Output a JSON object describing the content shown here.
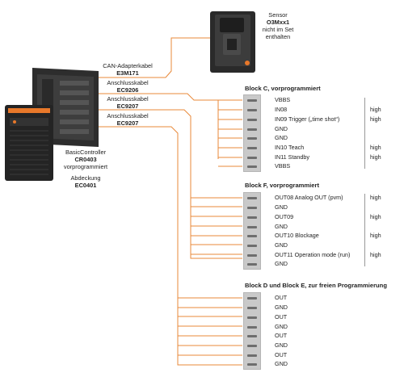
{
  "colors": {
    "wire": "#e8893a",
    "device_dark": "#2a2a2a",
    "accent_orange": "#e8782a"
  },
  "sensor": {
    "label": "Sensor",
    "code": "O3Mxx1",
    "note_line1": "nicht im Set",
    "note_line2": "enthalten"
  },
  "cables": [
    {
      "label": "CAN-Adapterkabel",
      "code": "E3M171"
    },
    {
      "label": "Anschlusskabel",
      "code": "EC9206"
    },
    {
      "label": "Anschlusskabel",
      "code": "EC9207"
    },
    {
      "label": "Anschlusskabel",
      "code": "EC9207"
    }
  ],
  "controller": {
    "label": "BasicController",
    "code": "CR0403",
    "note": "vorprogrammiert"
  },
  "cover": {
    "label": "Abdeckung",
    "code": "EC0401"
  },
  "blocks": [
    {
      "title": "Block C, vorprogrammiert",
      "pins": [
        {
          "name": "VBBS",
          "level": ""
        },
        {
          "name": "IN08",
          "level": "high"
        },
        {
          "name": "IN09 Trigger („time shot“)",
          "level": "high"
        },
        {
          "name": "GND",
          "level": ""
        },
        {
          "name": "GND",
          "level": ""
        },
        {
          "name": "IN10 Teach",
          "level": "high"
        },
        {
          "name": "IN11 Standby",
          "level": "high"
        },
        {
          "name": "VBBS",
          "level": ""
        }
      ]
    },
    {
      "title": "Block F, vorprogrammiert",
      "pins": [
        {
          "name": "OUT08 Analog OUT (pvm)",
          "level": "high"
        },
        {
          "name": "GND",
          "level": ""
        },
        {
          "name": "OUT09",
          "level": "high"
        },
        {
          "name": "GND",
          "level": ""
        },
        {
          "name": "OUT10 Blockage",
          "level": "high"
        },
        {
          "name": "GND",
          "level": ""
        },
        {
          "name": "OUT11 Operation mode (run)",
          "level": "high"
        },
        {
          "name": "GND",
          "level": ""
        }
      ]
    },
    {
      "title": "Block D und Block E, zur freien Programmierung",
      "pins": [
        {
          "name": "OUT",
          "level": ""
        },
        {
          "name": "GND",
          "level": ""
        },
        {
          "name": "OUT",
          "level": ""
        },
        {
          "name": "GND",
          "level": ""
        },
        {
          "name": "OUT",
          "level": ""
        },
        {
          "name": "GND",
          "level": ""
        },
        {
          "name": "OUT",
          "level": ""
        },
        {
          "name": "GND",
          "level": ""
        }
      ]
    }
  ]
}
